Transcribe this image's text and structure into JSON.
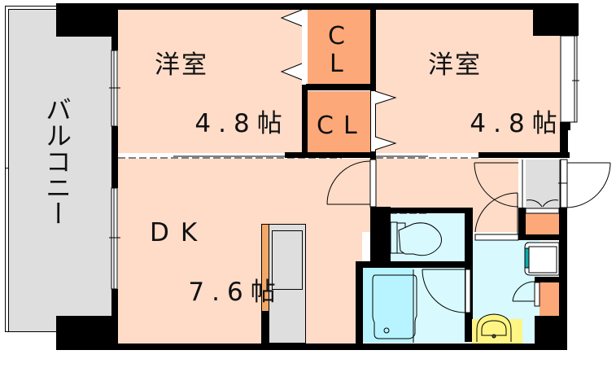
{
  "plan": {
    "colors": {
      "room_fill": "#ffdcc8",
      "closet_fill": "#fda878",
      "wet_area_fill": "#d8faff",
      "bath_tub_fill": "#b8f4ff",
      "balcony_fill": "#dedede",
      "wall": "#000000",
      "sink_fill": "#fff584",
      "kitchen_accent": "#f4a868",
      "washer_accent": "#10a8a8"
    },
    "rooms": {
      "balcony": {
        "label": "バルコニー"
      },
      "western_room_left": {
        "name": "洋室",
        "size": "4.8帖"
      },
      "western_room_right": {
        "name": "洋室",
        "size": "4.8帖"
      },
      "closet_top": {
        "line1": "C",
        "line2": "L"
      },
      "closet_bottom": {
        "label": "CL"
      },
      "dining_kitchen": {
        "name": "DK",
        "size": "7.6帖"
      }
    },
    "fixtures": [
      "kitchen-counter",
      "toilet",
      "bathtub",
      "washbasin",
      "washing-machine-space",
      "shoe-closet"
    ]
  }
}
